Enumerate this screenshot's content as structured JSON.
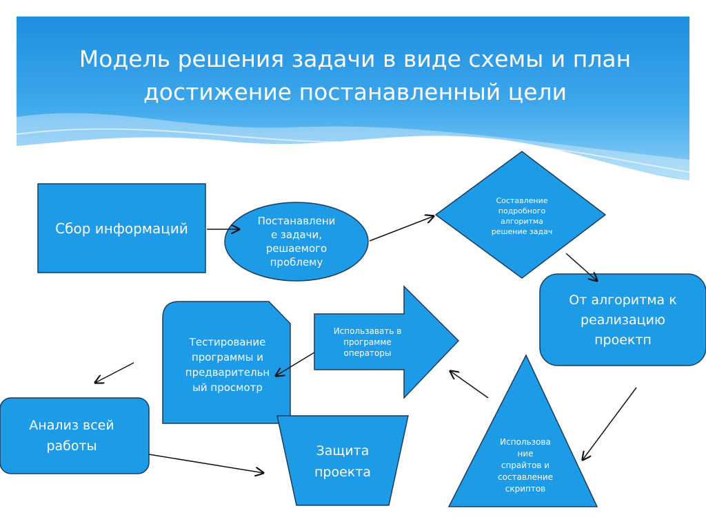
{
  "title": {
    "line1": "Модель решения задачи в виде схемы и план",
    "line2": "достижение постанавленный цели"
  },
  "nodes": {
    "sbor": {
      "text": "Сбор информаций"
    },
    "postanovlenie": {
      "lines": [
        "Постанавлени",
        "е задачи,",
        "решаемого",
        "проблему"
      ]
    },
    "sostavlenie": {
      "lines": [
        "Составление",
        "подробного",
        "алгоритма",
        "решение задач"
      ]
    },
    "ot_algoritma": {
      "lines": [
        "От алгоритма к",
        "реализацию",
        "проектп"
      ]
    },
    "ispolzovat": {
      "lines": [
        "Использавать в",
        "программе",
        "операторы"
      ]
    },
    "testirovanie": {
      "lines": [
        "Тестирование",
        "программы и",
        "предварительн",
        "ый просмотр"
      ]
    },
    "analiz": {
      "lines": [
        "Анализ всей",
        "работы"
      ]
    },
    "zashchita": {
      "lines": [
        "Защита",
        "проекта"
      ]
    },
    "sprites": {
      "lines": [
        "Использова",
        "ние",
        "спрайтов и",
        "составление",
        "скриптов"
      ]
    }
  },
  "colors": {
    "shape_fill": "#1e9be6",
    "shape_stroke": "#1a3a5c",
    "header_top": "#1e8fe0",
    "header_light": "#7cc8f4",
    "text": "#ffffff",
    "arrow": "#111111"
  }
}
